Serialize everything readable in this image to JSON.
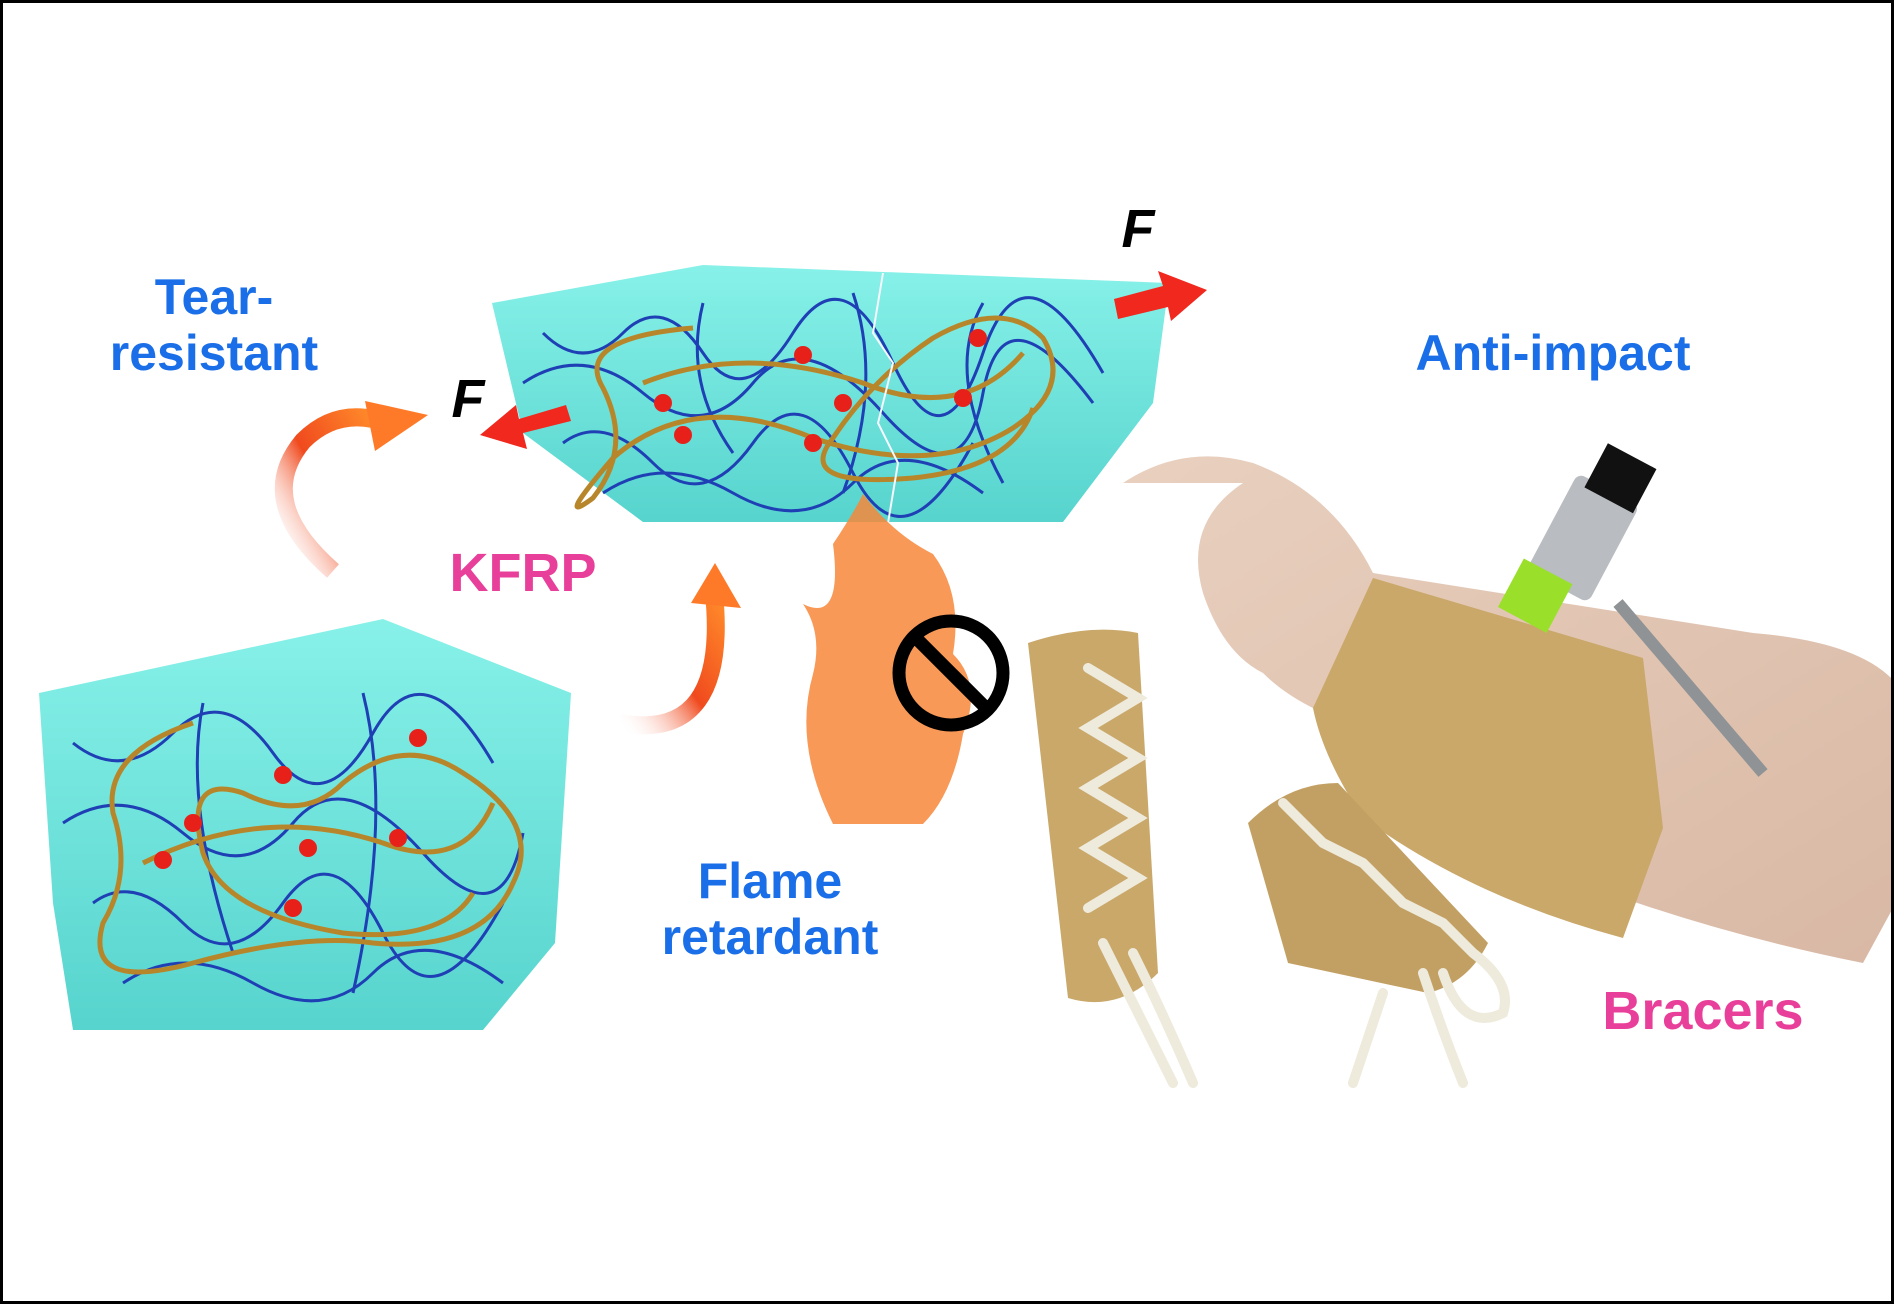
{
  "labels": {
    "tear_resistant": [
      "Tear-",
      "resistant"
    ],
    "anti_impact": "Anti-impact",
    "kfrp": "KFRP",
    "flame_retardant": [
      "Flame",
      "retardant"
    ],
    "bracers": "Bracers",
    "force_right": "F",
    "force_left": "F"
  },
  "colors": {
    "label_blue": "#1a6fe8",
    "label_pink": "#e8409a",
    "gel": "#5fe0d8",
    "fiber_blue": "#1f3fb5",
    "chain_gold": "#b8862a",
    "arrow_red": "#f0281e",
    "flame_orange": "#f7873a",
    "bracer_tan": "#c9a86a"
  }
}
